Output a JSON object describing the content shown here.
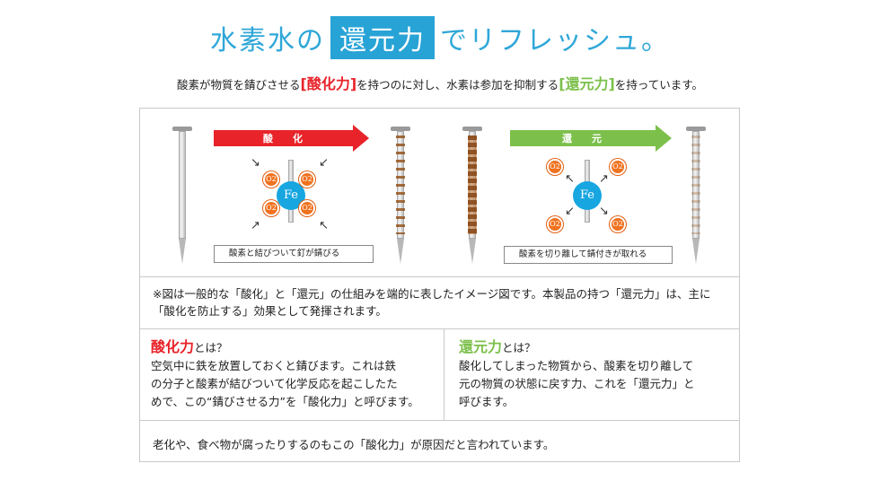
{
  "title": {
    "before": "水素水の",
    "highlight": "還元力",
    "after": "でリフレッシュ。"
  },
  "lead": {
    "part1": "酸素が物質を錆びさせる",
    "term_oxidation": "[酸化力]",
    "part2": "を持つのに対し、水素は参加を抑制する",
    "term_reduction": "[還元力]",
    "part3": "を持っています。"
  },
  "diagram": {
    "oxidation_arrow_label": "酸　　化",
    "reduction_arrow_label": "還　　元",
    "fe_label": "Fe",
    "o2_label": "O2",
    "oxidation_caption": "酸素と結びついて釘が錆びる",
    "reduction_caption": "酸素を切り離して錆付きが取れる",
    "colors": {
      "oxidation_arrow": "#e8232a",
      "reduction_arrow": "#7cc04b",
      "fe": "#17a6e0",
      "o2": "#f0721f"
    }
  },
  "note": "※図は一般的な「酸化」と「還元」の仕組みを端的に表したイメージ図です。本製品の持つ「還元力」は、主に「酸化を防止する」効果として発揮されます。",
  "definitions": {
    "oxidation": {
      "term": "酸化力",
      "suffix": "とは？",
      "line1": "空気中に鉄を放置しておくと錆びます。これは鉄",
      "line2": "の分子と酸素が結びついて化学反応を起こしたた",
      "line3": "めで、この“錆びさせる力”を「酸化力」と呼びます。"
    },
    "reduction": {
      "term": "還元力",
      "suffix": "とは？",
      "line1": "酸化してしまった物質から、酸素を切り離して",
      "line2": "元の物質の状態に戻す力、これを「還元力」と",
      "line3": "呼びます。"
    }
  },
  "footer": "老化や、食べ物が腐ったりするのもこの「酸化力」が原因だと言われています。"
}
